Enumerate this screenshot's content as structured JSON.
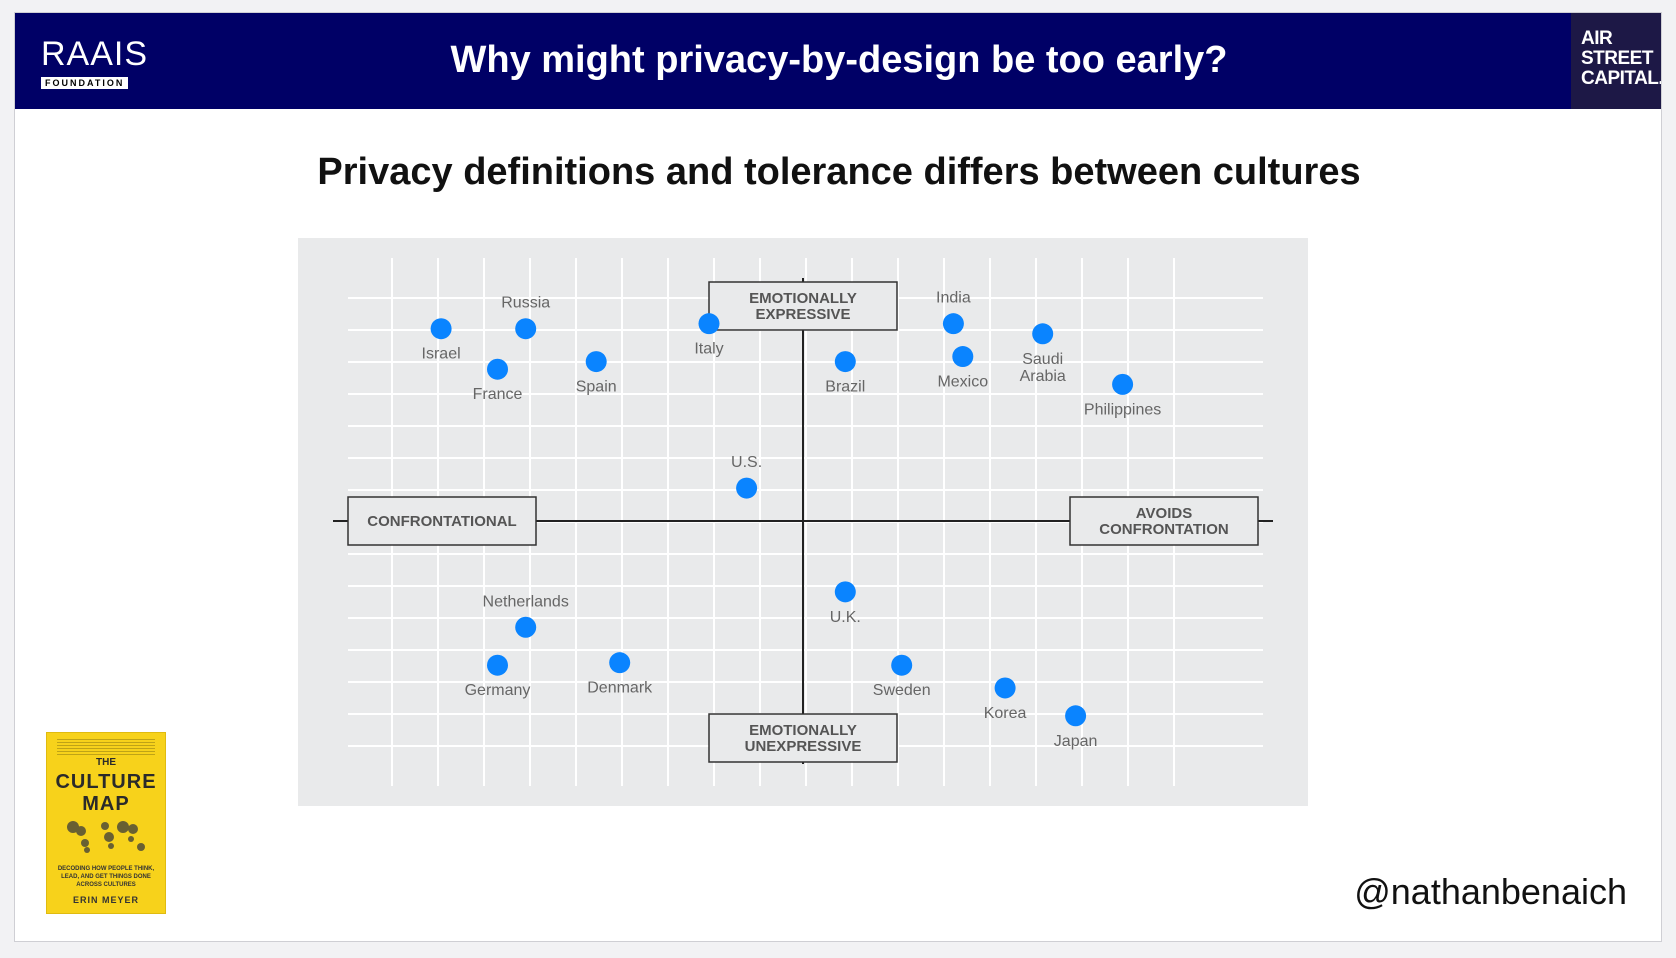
{
  "header": {
    "title": "Why might privacy-by-design be too early?",
    "bg_color": "#000066",
    "left_logo": {
      "name": "RAAIS",
      "sub": "FOUNDATION"
    },
    "right_logo": {
      "lines": [
        "AIR",
        "STREET",
        "CAPITAL."
      ]
    }
  },
  "subtitle": "Privacy definitions and tolerance differs between cultures",
  "chart_data": {
    "type": "scatter",
    "x_range": [
      -1,
      1
    ],
    "y_range": [
      -1,
      1
    ],
    "grid": true,
    "point_color": "#0a84ff",
    "axis_labels": {
      "top": [
        "EMOTIONALLY",
        "EXPRESSIVE"
      ],
      "bottom": [
        "EMOTIONALLY",
        "UNEXPRESSIVE"
      ],
      "left": [
        "CONFRONTATIONAL"
      ],
      "right": [
        "AVOIDS",
        "CONFRONTATION"
      ]
    },
    "points": [
      {
        "label": [
          "Israel"
        ],
        "x": -0.77,
        "y": 0.76,
        "label_pos": "below"
      },
      {
        "label": [
          "Russia"
        ],
        "x": -0.59,
        "y": 0.76,
        "label_pos": "above"
      },
      {
        "label": [
          "France"
        ],
        "x": -0.65,
        "y": 0.6,
        "label_pos": "below"
      },
      {
        "label": [
          "Spain"
        ],
        "x": -0.44,
        "y": 0.63,
        "label_pos": "below"
      },
      {
        "label": [
          "Italy"
        ],
        "x": -0.2,
        "y": 0.78,
        "label_pos": "below"
      },
      {
        "label": [
          "Brazil"
        ],
        "x": 0.09,
        "y": 0.63,
        "label_pos": "below"
      },
      {
        "label": [
          "India"
        ],
        "x": 0.32,
        "y": 0.78,
        "label_pos": "above"
      },
      {
        "label": [
          "Mexico"
        ],
        "x": 0.34,
        "y": 0.65,
        "label_pos": "below"
      },
      {
        "label": [
          "Saudi",
          "Arabia"
        ],
        "x": 0.51,
        "y": 0.74,
        "label_pos": "below"
      },
      {
        "label": [
          "Philippines"
        ],
        "x": 0.68,
        "y": 0.54,
        "label_pos": "below"
      },
      {
        "label": [
          "U.S."
        ],
        "x": -0.12,
        "y": 0.13,
        "label_pos": "above"
      },
      {
        "label": [
          "Netherlands"
        ],
        "x": -0.59,
        "y": -0.42,
        "label_pos": "above"
      },
      {
        "label": [
          "Germany"
        ],
        "x": -0.65,
        "y": -0.57,
        "label_pos": "below"
      },
      {
        "label": [
          "Denmark"
        ],
        "x": -0.39,
        "y": -0.56,
        "label_pos": "below"
      },
      {
        "label": [
          "U.K."
        ],
        "x": 0.09,
        "y": -0.28,
        "label_pos": "below"
      },
      {
        "label": [
          "Sweden"
        ],
        "x": 0.21,
        "y": -0.57,
        "label_pos": "below"
      },
      {
        "label": [
          "Korea"
        ],
        "x": 0.43,
        "y": -0.66,
        "label_pos": "below"
      },
      {
        "label": [
          "Japan"
        ],
        "x": 0.58,
        "y": -0.77,
        "label_pos": "below"
      }
    ]
  },
  "book": {
    "line1": "THE",
    "line2": "CULTURE",
    "line3": "MAP",
    "tagline": "DECODING HOW PEOPLE THINK, LEAD, AND GET THINGS DONE ACROSS CULTURES",
    "author": "ERIN MEYER",
    "color": "#f7d21b"
  },
  "handle": "@nathanbenaich"
}
